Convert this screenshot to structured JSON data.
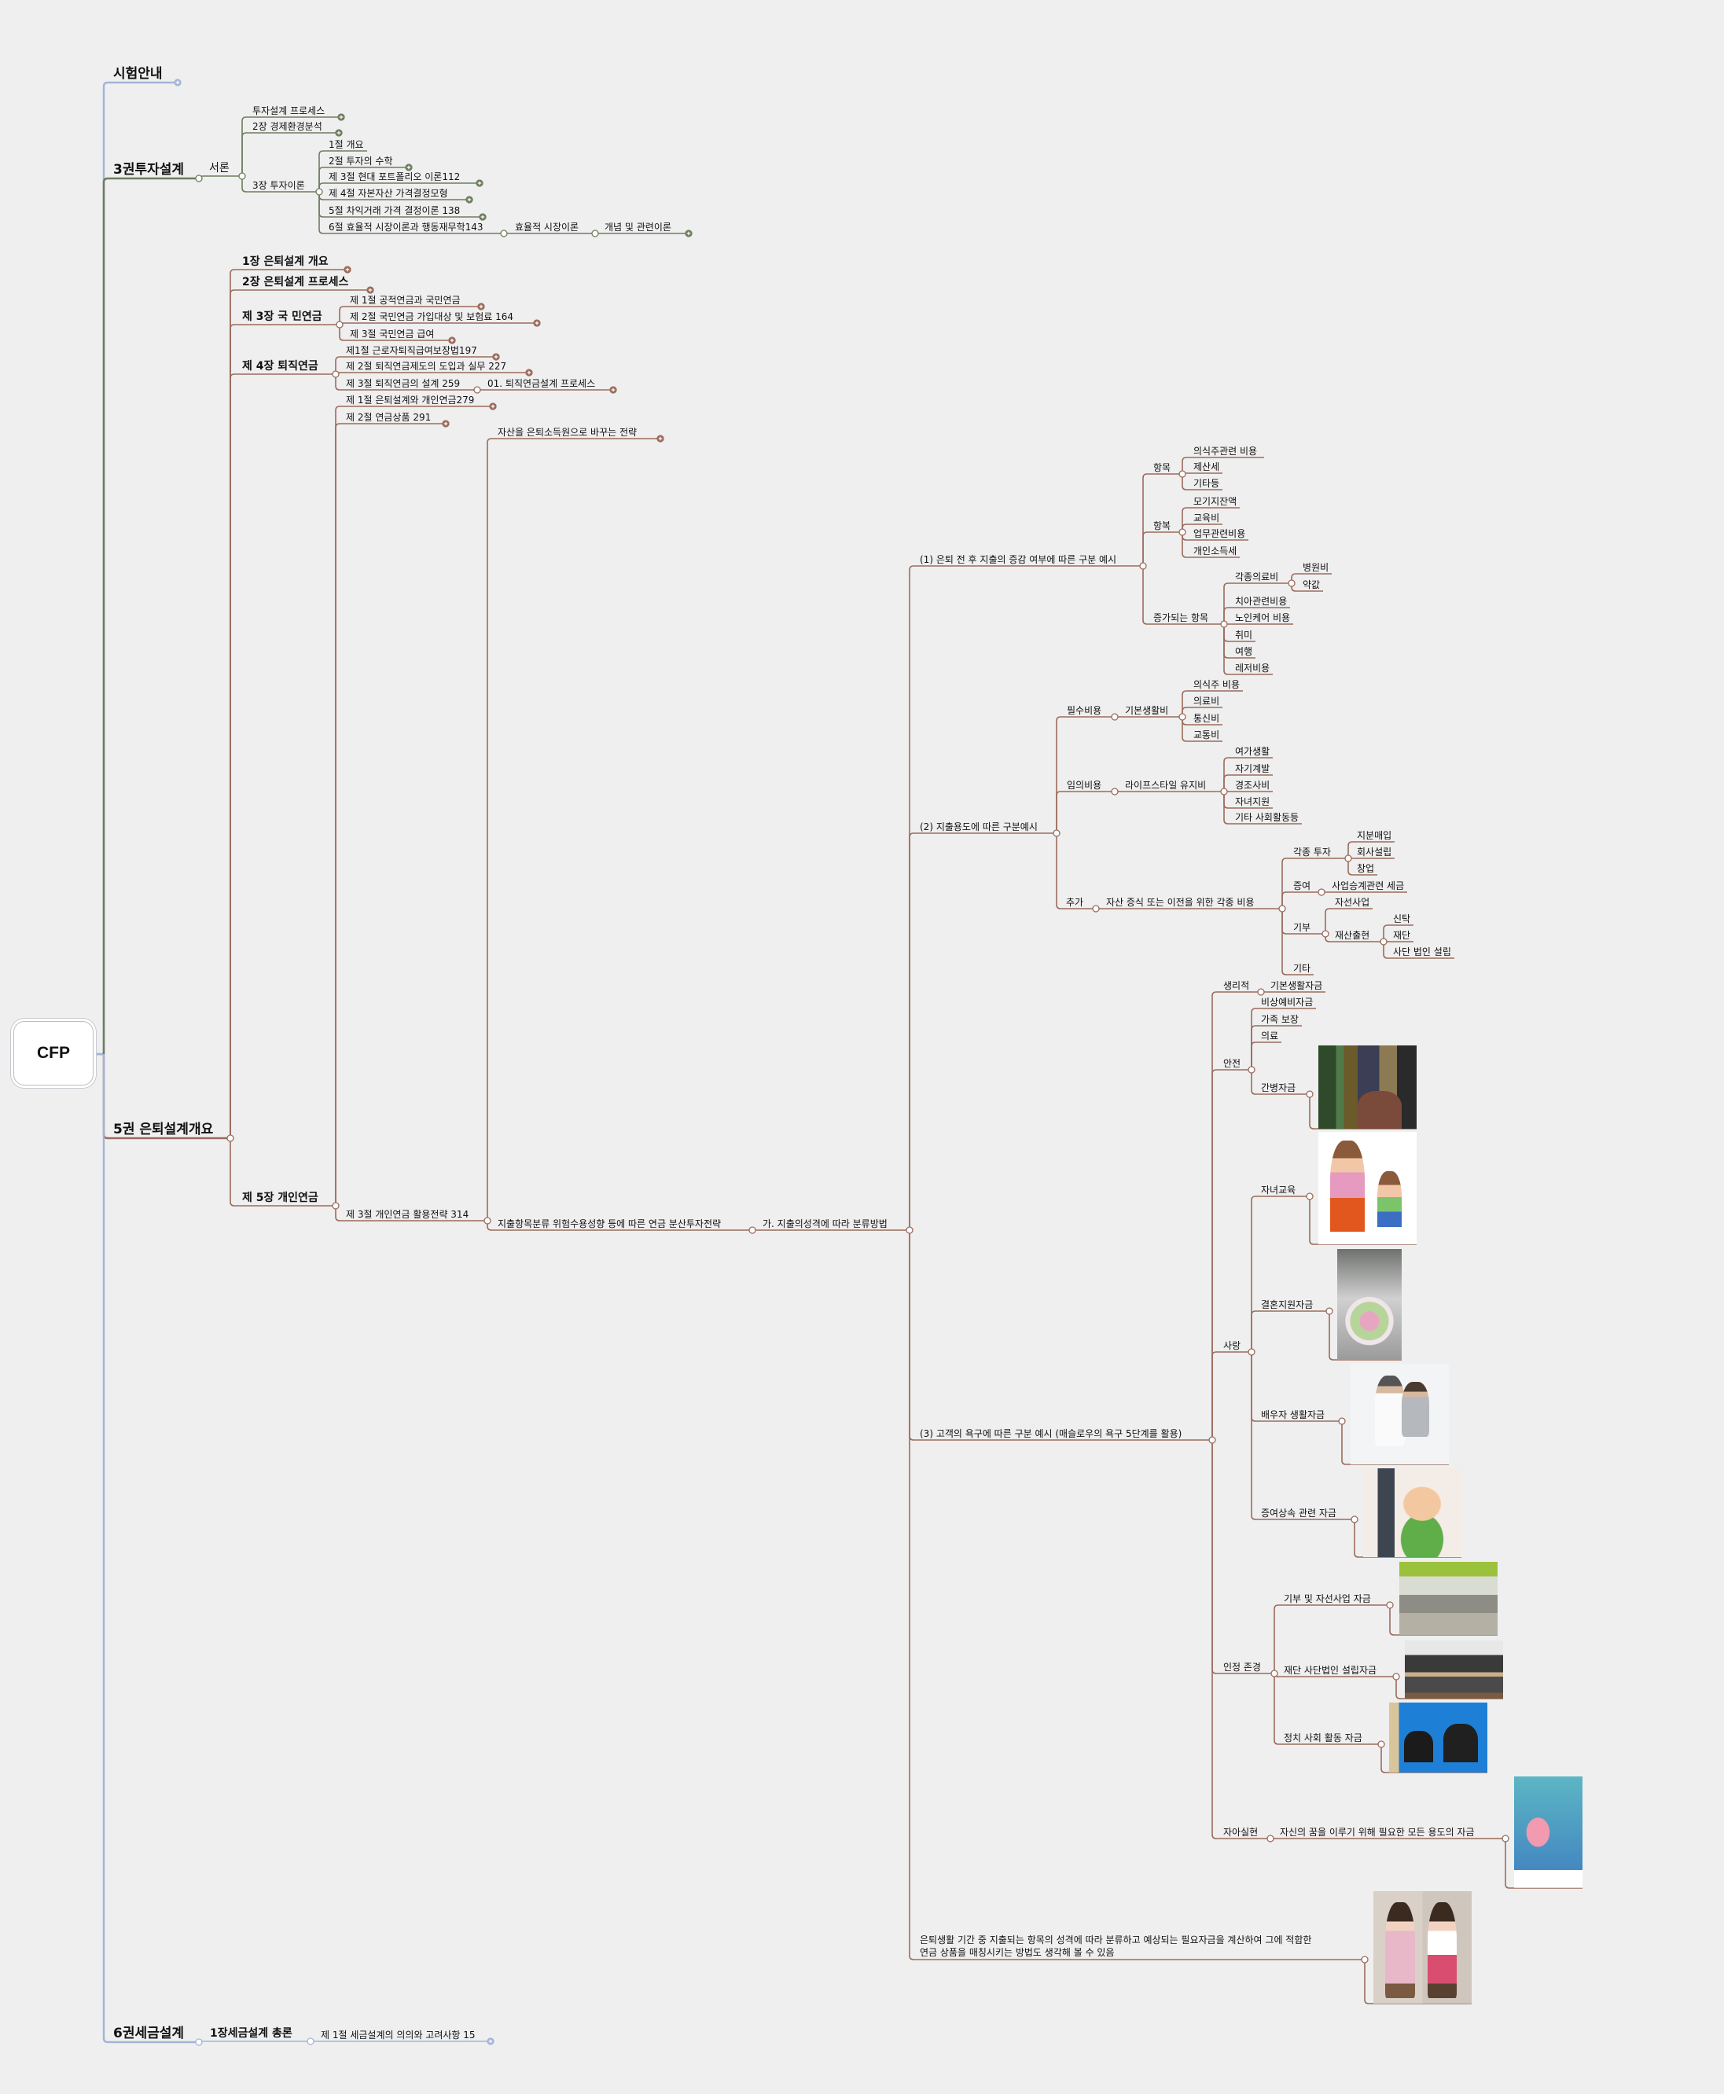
{
  "root": "CFP",
  "exam_info": "시험안내",
  "vol3": {
    "title": "3권투자설계",
    "intro": "서론",
    "process": "투자설계 프로세스",
    "ch2": "2장 경제환경분석",
    "ch3": "3장 투자이론",
    "ch3_sections": [
      "1절 개요",
      "2절 투자의 수학",
      "제 3절 현대 포트폴리오 이론112",
      "제 4절 자본자산 가격결정모형",
      "5절 차익거래 가격 결정이론  138",
      "6절 효율적 시장이론과 행동재무학143"
    ],
    "emh": "효율적 시장이론",
    "emh_concept": "개념 및 관련이론"
  },
  "vol5": {
    "title": "5권 은퇴설계개요",
    "chapters": [
      "1장 은퇴설계 개요",
      "2장 은퇴설계 프로세스",
      "제 3장 국 민연금",
      "제 4장 퇴직연금",
      "제 5장 개인연금"
    ],
    "pension_sections": [
      "제 1절 공적연금과 국민연금",
      "제 2절 국민연금 가입대상 및 보험료 164",
      "제 3절 국민연금 급여"
    ],
    "retirement_sections": [
      "제1절 근로자퇴직급여보장법197",
      "제 2절 퇴직연금제도의 도입과 실무 227",
      "제 3절 퇴직연금의 설계 259"
    ],
    "retirement_design_process": "01. 퇴직연금설계 프로세스",
    "personal_sections": [
      "제 1절 은퇴설계와 개인연금279",
      "제 2절 연금상품 291",
      "제 3절 개인연금 활용전략 314"
    ],
    "strategies": [
      "자산을 은퇴소득원으로 바꾸는 전략",
      "지출항목분류 위험수용성향 등에 따른 연금 분산투자전략"
    ],
    "method": "가. 지출의성격에 따라 분류방법",
    "ex1": {
      "title": "(1) 은퇴 전 후 지출의 증감 여부에 따른 구분 예시",
      "groups": [
        {
          "label": "항목",
          "items": [
            "의식주관련 비용",
            "제산세",
            "기타등"
          ]
        },
        {
          "label": "항복",
          "items": [
            "모기지잔액",
            "교육비",
            "업무관련비용",
            "개인소득세"
          ]
        },
        {
          "label": "증가되는 항목",
          "medical": {
            "label": "각종의료비",
            "items": [
              "병원비",
              "약값"
            ]
          },
          "items": [
            "치아관련비용",
            "노인케어 비용",
            "취미",
            "여행",
            "레저비용"
          ]
        }
      ]
    },
    "ex2": {
      "title": "(2) 지출용도에 따른 구분예시",
      "essential": {
        "label": "필수비용",
        "sub": "기본생활비",
        "items": [
          "의식주 비용",
          "의료비",
          "통신비",
          "교통비"
        ]
      },
      "optional": {
        "label": "임의비용",
        "sub": "라이프스타일 유지비",
        "items": [
          "여가생활",
          "자기계발",
          "경조사비",
          "자녀지원",
          "기타 사회활동등"
        ]
      },
      "extra": {
        "label": "추가",
        "sub": "자산 증식 또는 이전을 위한 각종 비용",
        "invest": {
          "label": "각종 투자",
          "items": [
            "지분매입",
            "회사설립",
            "창업"
          ]
        },
        "gift": {
          "label": "증여",
          "item": "사업승계관련 세금"
        },
        "donation": {
          "label": "기부",
          "charity": "자선사업",
          "endowment": {
            "label": "재산출현",
            "items": [
              "신탁",
              "재단",
              "사단 법인 설립"
            ]
          }
        },
        "other": "기타"
      }
    },
    "ex3": {
      "title": "(3) 고객의 욕구에 따른 구분 예시 (매슬로우의 욕구 5단계를 활용)",
      "needs": [
        {
          "label": "생리적",
          "items": [
            "기본생활자금"
          ]
        },
        {
          "label": "안전",
          "items": [
            "비상예비자금",
            "가족 보장",
            "의료",
            "간병자금"
          ]
        },
        {
          "label": "사랑",
          "items": [
            "자녀교육",
            "결혼지원자금",
            "배우자 생활자금",
            "증여상속 관련 자금"
          ]
        },
        {
          "label": "인정 존경",
          "items": [
            "기부 및 자선사업 자금",
            "재단 사단법인 설립자금",
            "정치 사회 활동 자금"
          ]
        },
        {
          "label": "자아실현",
          "items": [
            "자신의 꿈을 이루기 위해 필요한 모든 용도의 자금"
          ]
        }
      ]
    },
    "note": "은퇴생활 기간 중 지출되는 항목의 성격에 따라 분류하고 예상되는 필요자금을 계산하여 그에 적합한\n연금 상품을 매칭시키는 방법도 생각해 볼 수 있음"
  },
  "vol6": {
    "title": "6권세금설계",
    "chapter": "1장세금설계 총론",
    "section": "제 1절 세금설계의 의의와 고려사항 15"
  },
  "colors": {
    "blue_branch": "#a3b5d9",
    "green_branch": "#6e7d5e",
    "brown_branch": "#9b6b5c",
    "background": "#efefef"
  }
}
